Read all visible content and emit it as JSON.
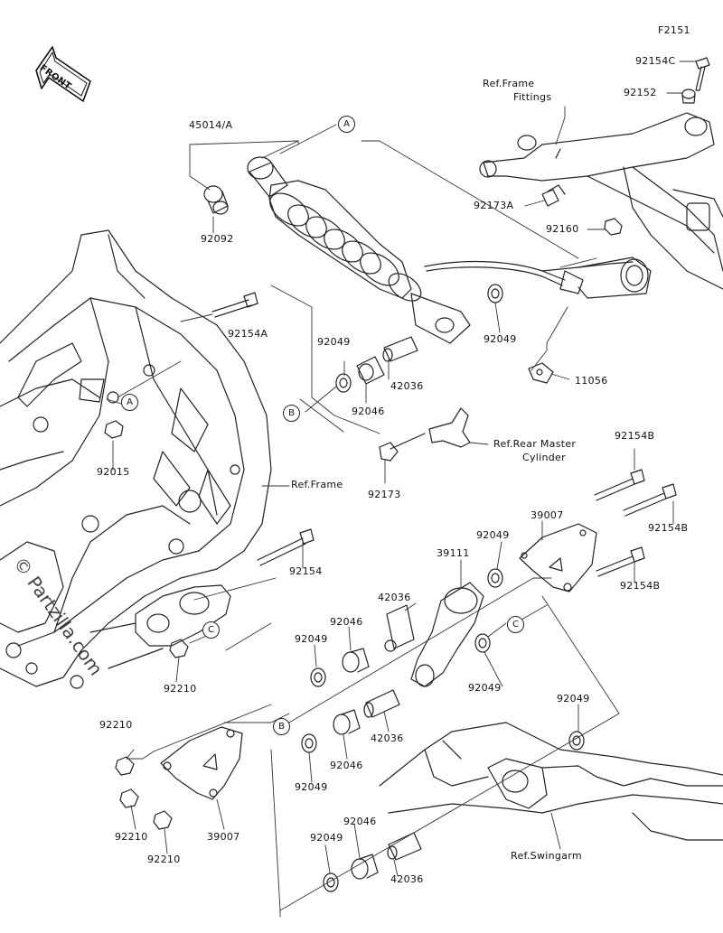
{
  "figure_code": "F2151",
  "front_label": "FRONT",
  "watermark": "© Partzilla.com",
  "callouts": {
    "a": "A",
    "b": "B",
    "c": "C"
  },
  "labels": {
    "p92154C": "92154C",
    "p92152": "92152",
    "ref_frame_fittings_1": "Ref.Frame",
    "ref_frame_fittings_2": "Fittings",
    "p45014A": "45014/A",
    "p92092": "92092",
    "p92173A": "92173A",
    "p92160": "92160",
    "p92154A": "92154A",
    "p92049_a": "92049",
    "p92049_b": "92049",
    "p42036_a": "42036",
    "p92046_a": "92046",
    "p11056": "11056",
    "p92015": "92015",
    "ref_rear_master_1": "Ref.Rear Master",
    "ref_rear_master_2": "Cylinder",
    "ref_frame": "Ref.Frame",
    "p92173": "92173",
    "p92154B_a": "92154B",
    "p92154B_b": "92154B",
    "p92154B_c": "92154B",
    "p39007_a": "39007",
    "p92049_c": "92049",
    "p92154": "92154",
    "p39111": "39111",
    "p42036_b": "42036",
    "p92046_b": "92046",
    "p92049_d": "92049",
    "p92049_e": "92049",
    "p92210_a": "92210",
    "p92049_f": "92049",
    "p42036_c": "42036",
    "p92046_c": "92046",
    "p92210_b": "92210",
    "p92049_g": "92049",
    "p92210_c": "92210",
    "p39007_b": "39007",
    "p92210_d": "92210",
    "p92046_d": "92046",
    "p92049_h": "92049",
    "p42036_d": "42036",
    "ref_swingarm": "Ref.Swingarm"
  }
}
